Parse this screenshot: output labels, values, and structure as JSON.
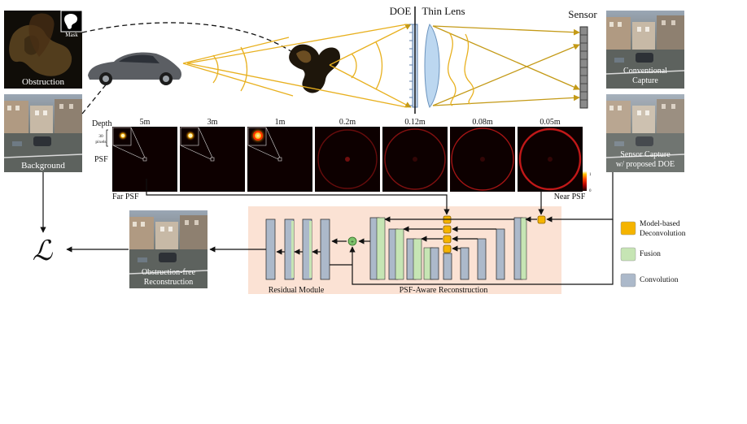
{
  "optics": {
    "doe_label": "DOE",
    "lens_label": "Thin Lens",
    "sensor_label": "Sensor"
  },
  "thumbnails": {
    "obstruction": "Obstruction",
    "mask": "Mask",
    "background": "Background",
    "conventional": [
      "Conventional",
      "Capture"
    ],
    "sensor_capture": [
      "Sensor Capture",
      "w/ proposed DOE"
    ],
    "reconstruction": [
      "Obstruction-free",
      "Reconstruction"
    ]
  },
  "psf": {
    "depth_label": "Depth",
    "psf_label": "PSF",
    "scale_label": [
      "30",
      "pixels"
    ],
    "depths": [
      "5m",
      "3m",
      "1m",
      "0.2m",
      "0.12m",
      "0.08m",
      "0.05m"
    ],
    "far_label": "Far PSF",
    "near_label": "Near PSF",
    "colorbar_max": "1",
    "colorbar_min": "0"
  },
  "network": {
    "residual_label": "Residual Module",
    "psf_aware_label": "PSF-Aware Reconstruction",
    "loss_symbol": "ℒ"
  },
  "legend": [
    {
      "label": [
        "Model-based",
        "Deconvolution"
      ],
      "color": "#f5b400"
    },
    {
      "label": [
        "Fusion"
      ],
      "color": "#c6e5b4"
    },
    {
      "label": [
        "Convolution"
      ],
      "color": "#acb9ca"
    }
  ],
  "colors": {
    "ray": "#e8b01e",
    "psf_ring": "#c01818",
    "panel_bg": "#fbe2d4",
    "conv": "#acb9ca",
    "fusion": "#c6e5b4",
    "deconv": "#f5b400",
    "sum_node": "#7dc36b"
  }
}
